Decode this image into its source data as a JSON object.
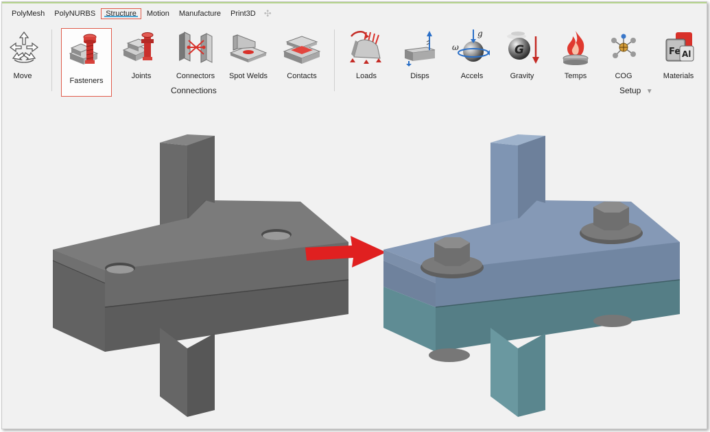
{
  "tabs": [
    "PolyMesh",
    "PolyNURBS",
    "Structure",
    "Motion",
    "Manufacture",
    "Print3D"
  ],
  "active_tab": "Structure",
  "add_tab_icon": "plus-icon",
  "tools": {
    "move": "Move",
    "fasteners": "Fasteners",
    "joints": "Joints",
    "connectors": "Connectors",
    "spot_welds": "Spot Welds",
    "contacts": "Contacts",
    "loads": "Loads",
    "disps": "Disps",
    "accels": "Accels",
    "gravity": "Gravity",
    "temps": "Temps",
    "cog": "COG",
    "materials": "Materials"
  },
  "groups": {
    "connections": "Connections",
    "setup": "Setup"
  },
  "icon_text": {
    "accels_omega": "ω",
    "accels_g": "g",
    "gravity_g": "G",
    "materials_fe": "Fe",
    "materials_al": "Al"
  },
  "colors": {
    "highlight": "#e05a4a",
    "tab_underline": "#4aa6d6",
    "plate_gray": "#6f6f6f",
    "plate_blue": "#7d8fa6",
    "plate_teal": "#5f8c94",
    "arrow_red": "#e02020"
  }
}
